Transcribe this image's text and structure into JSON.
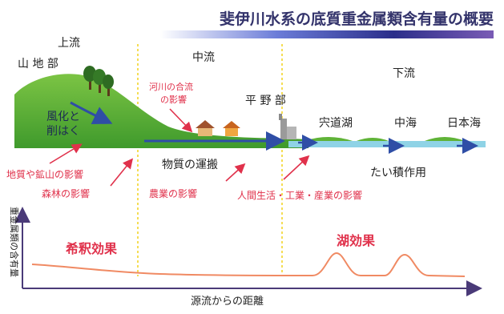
{
  "title": "斐伊川水系の底質重金属類含有量の概要",
  "zones": {
    "upstream": "上流",
    "mountain": "山 地 部",
    "midstream": "中流",
    "plain": "平 野 部",
    "downstream": "下流"
  },
  "water_bodies": {
    "shinji": "宍道湖",
    "nakaumi": "中海",
    "sea_of_japan": "日本海"
  },
  "processes": {
    "weathering_line1": "風化と",
    "weathering_line2": "削はく",
    "transport": "物質の運搬",
    "deposition": "たい積作用"
  },
  "influences": {
    "confluence_line1": "河川の合流",
    "confluence_line2": "の影響",
    "geology": "地質や鉱山の影響",
    "forest": "森林の影響",
    "agriculture": "農業の影響",
    "human": "人間生活・工業・産業の影響"
  },
  "graph": {
    "ylabel": "重金属類の含有量",
    "xlabel": "源流からの距離",
    "dilution_label": "希釈効果",
    "lake_label": "湖効果"
  },
  "colors": {
    "accent_red": "#e0314b",
    "curve": "#f08a63",
    "boundary": "#f2d21b",
    "hill": "#5fb337",
    "arrow_blue": "#2f4ea6",
    "water": "#8fd3e6",
    "axis": "#4a3a78",
    "title_text": "#33336b"
  }
}
